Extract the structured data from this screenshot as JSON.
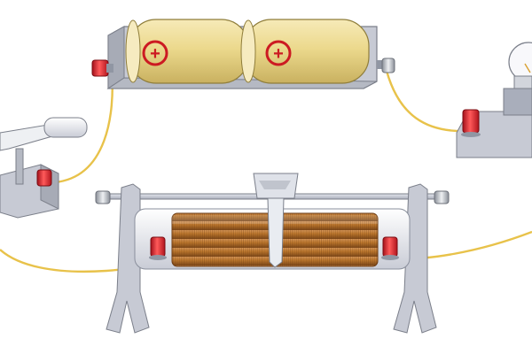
{
  "diagram": {
    "battery_cells": [
      {
        "terminal_symbol": "+"
      },
      {
        "terminal_symbol": "+"
      }
    ],
    "colors": {
      "wire": "#e8c24a",
      "terminal_red": "#d81e26",
      "battery_yellow": "#ecd98d",
      "battery_symbol": "#cc1a22",
      "base_metal": "#c8ccd6",
      "copper_coil": "#c07a2e",
      "ceramic_tube": "#eef0f4"
    },
    "components": [
      "battery",
      "switch",
      "bulb",
      "rheostat",
      "wires",
      "binding-posts"
    ]
  }
}
